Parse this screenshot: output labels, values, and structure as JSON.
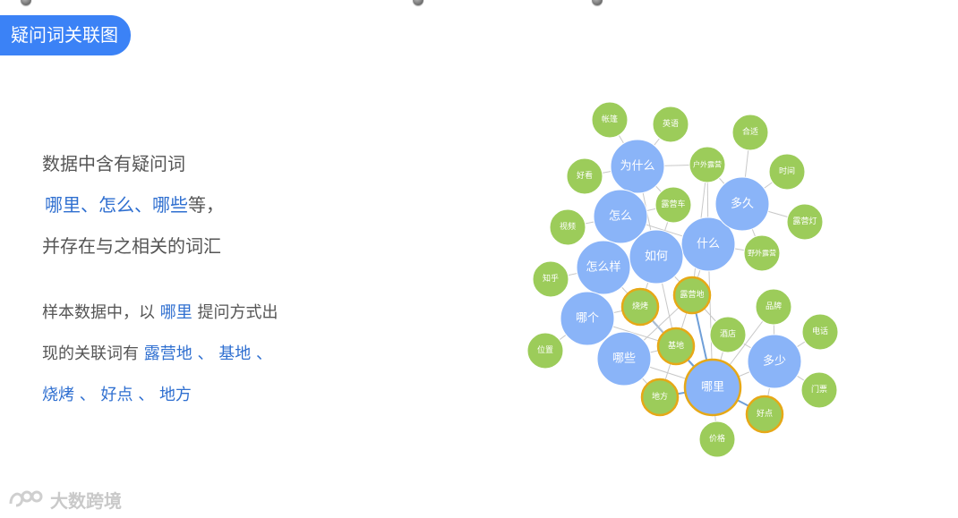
{
  "title": "疑问词关联图",
  "intro": {
    "line1": "数据中含有疑问词",
    "kw1": "哪里",
    "sep1": "、",
    "kw2": "怎么",
    "sep2": "、",
    "kw3": "哪些",
    "line2_tail": "等，",
    "line3": "并存在与之相关的词汇"
  },
  "sample": {
    "part1": "样本数据中，以",
    "kw": "哪里",
    "part2": "提问方式出",
    "part3": "现的关联词有",
    "r1": "露营地",
    "sep_a": "、",
    "r2": "基地",
    "sep_b": "、",
    "r3": "烧烤",
    "sep_c": "、",
    "r4": "好点",
    "sep_d": "、",
    "r5": "地方"
  },
  "watermark": "大数跨境",
  "colors": {
    "question_node": "#8ab4f8",
    "word_node": "#9ccc5a",
    "highlight_border": "#e6a817",
    "edge": "#c8c8c8",
    "highlight_edge": "#6f9fd8"
  },
  "graph": {
    "nodes": [
      {
        "id": "为什么",
        "type": "question",
        "highlight": false
      },
      {
        "id": "怎么",
        "type": "question",
        "highlight": false
      },
      {
        "id": "什么",
        "type": "question",
        "highlight": false
      },
      {
        "id": "如何",
        "type": "question",
        "highlight": false
      },
      {
        "id": "怎么样",
        "type": "question",
        "highlight": false
      },
      {
        "id": "多久",
        "type": "question",
        "highlight": false
      },
      {
        "id": "哪个",
        "type": "question",
        "highlight": false
      },
      {
        "id": "哪些",
        "type": "question",
        "highlight": false
      },
      {
        "id": "哪里",
        "type": "question",
        "highlight": true
      },
      {
        "id": "多少",
        "type": "question",
        "highlight": false
      },
      {
        "id": "帐篷",
        "type": "word",
        "highlight": false
      },
      {
        "id": "英语",
        "type": "word",
        "highlight": false
      },
      {
        "id": "合适",
        "type": "word",
        "highlight": false
      },
      {
        "id": "户外露营",
        "type": "word",
        "highlight": false
      },
      {
        "id": "好看",
        "type": "word",
        "highlight": false
      },
      {
        "id": "时间",
        "type": "word",
        "highlight": false
      },
      {
        "id": "露营车",
        "type": "word",
        "highlight": false
      },
      {
        "id": "露营灯",
        "type": "word",
        "highlight": false
      },
      {
        "id": "视频",
        "type": "word",
        "highlight": false
      },
      {
        "id": "野外露营",
        "type": "word",
        "highlight": false
      },
      {
        "id": "知乎",
        "type": "word",
        "highlight": false
      },
      {
        "id": "露营地",
        "type": "word",
        "highlight": true
      },
      {
        "id": "烧烤",
        "type": "word",
        "highlight": true
      },
      {
        "id": "品牌",
        "type": "word",
        "highlight": false
      },
      {
        "id": "电话",
        "type": "word",
        "highlight": false
      },
      {
        "id": "酒店",
        "type": "word",
        "highlight": false
      },
      {
        "id": "基地",
        "type": "word",
        "highlight": true
      },
      {
        "id": "位置",
        "type": "word",
        "highlight": false
      },
      {
        "id": "门票",
        "type": "word",
        "highlight": false
      },
      {
        "id": "地方",
        "type": "word",
        "highlight": true
      },
      {
        "id": "好点",
        "type": "word",
        "highlight": true
      },
      {
        "id": "价格",
        "type": "word",
        "highlight": false
      }
    ],
    "edges": [
      [
        "哪里",
        "露营地",
        true
      ],
      [
        "哪里",
        "基地",
        true
      ],
      [
        "哪里",
        "烧烤",
        true
      ],
      [
        "哪里",
        "好点",
        true
      ],
      [
        "哪里",
        "地方",
        true
      ],
      [
        "为什么",
        "怎么",
        false
      ],
      [
        "为什么",
        "帐篷",
        false
      ],
      [
        "为什么",
        "英语",
        false
      ],
      [
        "为什么",
        "户外露营",
        false
      ],
      [
        "为什么",
        "好看",
        false
      ],
      [
        "为什么",
        "如何",
        false
      ],
      [
        "为什么",
        "露营车",
        false
      ],
      [
        "怎么",
        "视频",
        false
      ],
      [
        "怎么",
        "怎么样",
        false
      ],
      [
        "怎么",
        "如何",
        false
      ],
      [
        "怎么",
        "露营车",
        false
      ],
      [
        "怎么",
        "什么",
        false
      ],
      [
        "什么",
        "多久",
        false
      ],
      [
        "什么",
        "如何",
        false
      ],
      [
        "什么",
        "户外露营",
        false
      ],
      [
        "什么",
        "野外露营",
        false
      ],
      [
        "什么",
        "露营地",
        false
      ],
      [
        "什么",
        "哪里",
        false
      ],
      [
        "如何",
        "怎么样",
        false
      ],
      [
        "如何",
        "露营地",
        false
      ],
      [
        "如何",
        "烧烤",
        false
      ],
      [
        "如何",
        "基地",
        false
      ],
      [
        "如何",
        "露营车",
        false
      ],
      [
        "怎么样",
        "知乎",
        false
      ],
      [
        "怎么样",
        "哪个",
        false
      ],
      [
        "怎么样",
        "烧烤",
        false
      ],
      [
        "多久",
        "合适",
        false
      ],
      [
        "多久",
        "时间",
        false
      ],
      [
        "多久",
        "露营灯",
        false
      ],
      [
        "多久",
        "户外露营",
        false
      ],
      [
        "多久",
        "野外露营",
        false
      ],
      [
        "哪个",
        "位置",
        false
      ],
      [
        "哪个",
        "哪些",
        false
      ],
      [
        "哪个",
        "烧烤",
        false
      ],
      [
        "哪个",
        "基地",
        false
      ],
      [
        "哪些",
        "地方",
        false
      ],
      [
        "哪些",
        "基地",
        false
      ],
      [
        "哪些",
        "哪里",
        false
      ],
      [
        "哪些",
        "露营地",
        false
      ],
      [
        "多少",
        "电话",
        false
      ],
      [
        "多少",
        "门票",
        false
      ],
      [
        "多少",
        "品牌",
        false
      ],
      [
        "多少",
        "酒店",
        false
      ],
      [
        "多少",
        "哪里",
        false
      ],
      [
        "多少",
        "好点",
        false
      ],
      [
        "哪里",
        "酒店",
        false
      ],
      [
        "哪里",
        "价格",
        false
      ],
      [
        "哪里",
        "品牌",
        false
      ],
      [
        "露营地",
        "基地",
        false
      ],
      [
        "烧烤",
        "基地",
        false
      ],
      [
        "基地",
        "地方",
        false
      ],
      [
        "露营地",
        "酒店",
        false
      ],
      [
        "户外露营",
        "露营地",
        false
      ]
    ]
  }
}
